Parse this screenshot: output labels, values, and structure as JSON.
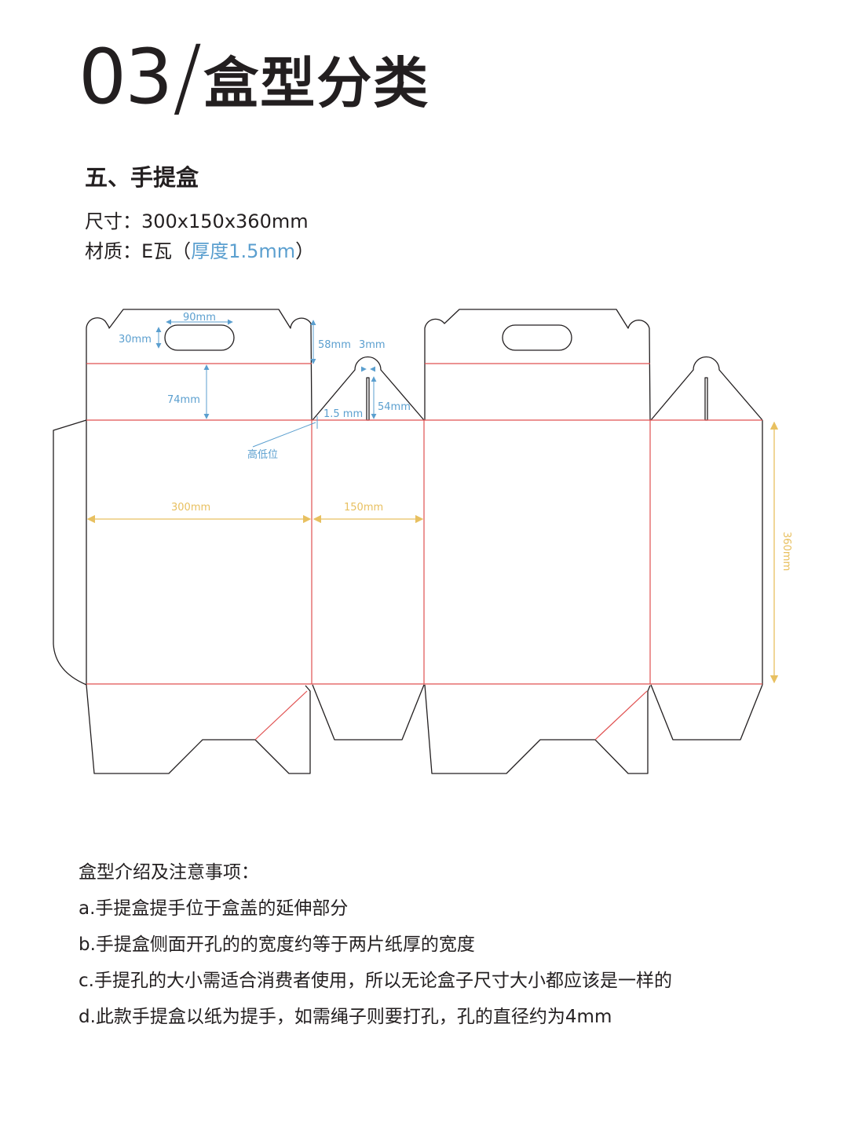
{
  "header": {
    "number": "03",
    "slash": "/",
    "title": "盒型分类"
  },
  "section": {
    "title": "五、手提盒",
    "size_label": "尺寸：",
    "size_value": "300x150x360mm",
    "material_label": "材质：",
    "material_value": "E瓦（",
    "material_highlight": "厚度1.5mm",
    "material_end": "）"
  },
  "dieline": {
    "dimensions": {
      "handle_width": "90mm",
      "handle_height": "30mm",
      "lid_extension": "58mm",
      "slot_gap": "3mm",
      "lid_depth": "74mm",
      "tab_height": "54mm",
      "board_thickness": "1.5 mm",
      "step_note": "高低位",
      "front_width": "300mm",
      "side_width": "150mm",
      "body_height": "360mm"
    },
    "colors": {
      "cut_line": "#231f20",
      "crease_line": "#e05050",
      "dimension_blue": "#5b9fcf",
      "dimension_gold": "#e8c060"
    }
  },
  "notes": {
    "heading": "盒型介绍及注意事项：",
    "items": [
      "a.手提盒提手位于盒盖的延伸部分",
      "b.手提盒侧面开孔的的宽度约等于两片纸厚的宽度",
      "c.手提孔的大小需适合消费者使用，所以无论盒子尺寸大小都应该是一样的",
      "d.此款手提盒以纸为提手，如需绳子则要打孔，孔的直径约为4mm"
    ]
  }
}
